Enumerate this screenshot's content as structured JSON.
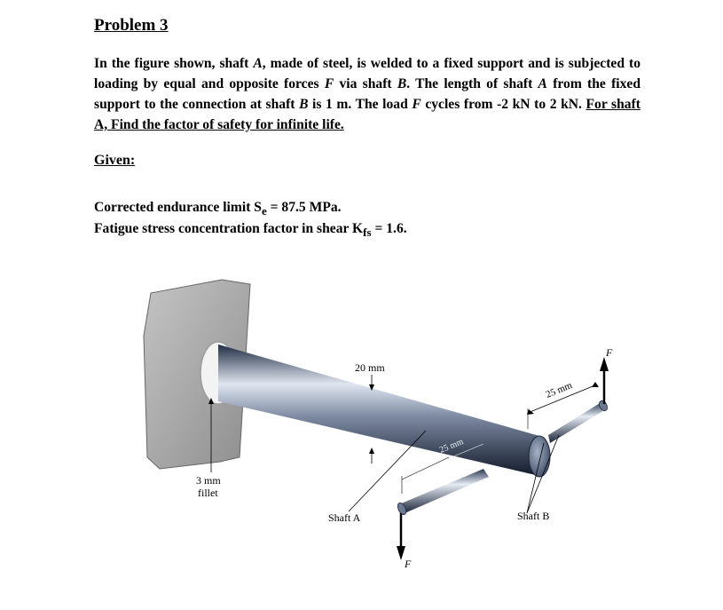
{
  "problem": {
    "title": "Problem 3",
    "p1": "In the figure shown, shaft ",
    "shaft_a": "A",
    "p2": ", made of steel, is welded to a fixed support and is subjected to loading by equal and opposite forces ",
    "force": "F",
    "p3": " via shaft ",
    "shaft_b": "B",
    "p4": ". The length of shaft ",
    "p5": " from the fixed support to the connection at shaft ",
    "p6": " is 1 m. The load ",
    "p7": " cycles from -2 kN to 2 kN. ",
    "task": "For shaft A, Find the factor of safety for infinite life."
  },
  "given": {
    "heading": "Given:",
    "endurance_pre": "Corrected endurance limit S",
    "endurance_sub": "e",
    "endurance_post": " = 87.5 MPa.",
    "kfs_pre": "Fatigue stress concentration factor in shear K",
    "kfs_sub": "fs",
    "kfs_post": " = 1.6."
  },
  "figure": {
    "dim_20mm": "20 mm",
    "dim_25mm_right": "25 mm",
    "dim_25mm_mid": "25 mm",
    "fillet_1": "3 mm",
    "fillet_2": "fillet",
    "shaft_a_label": "Shaft A",
    "shaft_b_label": "Shaft B",
    "force_top": "F",
    "force_bottom": "F"
  }
}
